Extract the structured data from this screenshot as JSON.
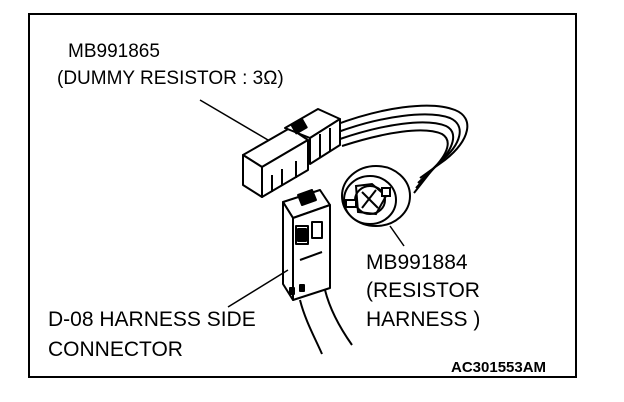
{
  "labels": {
    "dummy_part_number": "MB991865",
    "dummy_description": "(DUMMY RESISTOR : 3Ω)",
    "resistor_part_number": "MB991884",
    "resistor_line1": "(RESISTOR",
    "resistor_line2": "HARNESS )",
    "connector_line1": "D-08 HARNESS SIDE",
    "connector_line2": "CONNECTOR",
    "figure_code": "AC301553AM"
  },
  "colors": {
    "line": "#000000",
    "background": "#ffffff"
  }
}
